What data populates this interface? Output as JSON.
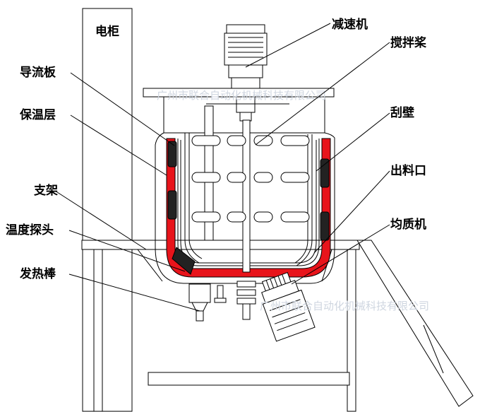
{
  "cabinet_label": "电柜",
  "labels": {
    "reducer": "减速机",
    "agitator_paddle": "搅拌桨",
    "baffle": "导流板",
    "insulation_layer": "保温层",
    "scraper_wall": "刮壁",
    "support_frame": "支架",
    "discharge_outlet": "出料口",
    "temperature_probe": "温度探头",
    "homogenizer": "均质机",
    "heating_rod": "发热棒"
  },
  "watermark": "广州市联合自动化机械科技有限公司",
  "colors": {
    "heating_jacket": "#e8141b",
    "scraper_blades": "#222222",
    "line": "#000000",
    "watermark": "#cfd6e0"
  }
}
